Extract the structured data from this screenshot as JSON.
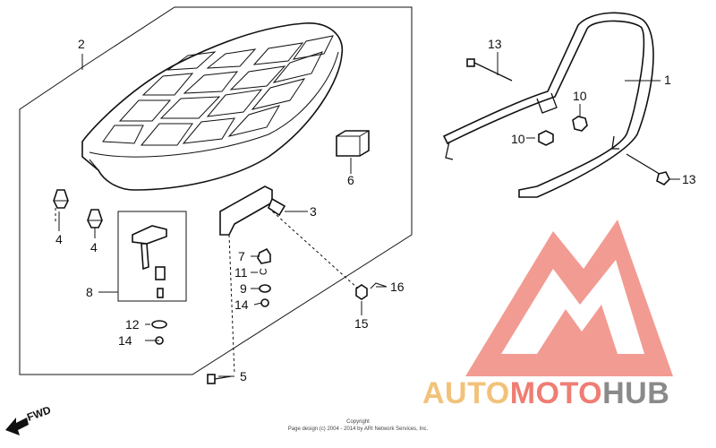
{
  "diagram": {
    "callouts": {
      "c1": "1",
      "c2": "2",
      "c3": "3",
      "c4a": "4",
      "c4b": "4",
      "c5": "5",
      "c6": "6",
      "c7": "7",
      "c8": "8",
      "c9": "9",
      "c10a": "10",
      "c10b": "10",
      "c11": "11",
      "c12": "12",
      "c13a": "13",
      "c13b": "13",
      "c14a": "14",
      "c14b": "14",
      "c15": "15",
      "c16": "16"
    },
    "fwd_label": "FWD",
    "copyright_heading": "Copyright",
    "copyright_line": "Page design (c) 2004 - 2014 by ARI Network Services, Inc."
  },
  "watermark": {
    "part1": "AUTO",
    "part2": "MOTO",
    "part3": "HUB",
    "colors": {
      "auto": "#f2c27a",
      "moto": "#ef7d73",
      "hub": "#8a8a8a",
      "logo": "#f08a80"
    }
  }
}
